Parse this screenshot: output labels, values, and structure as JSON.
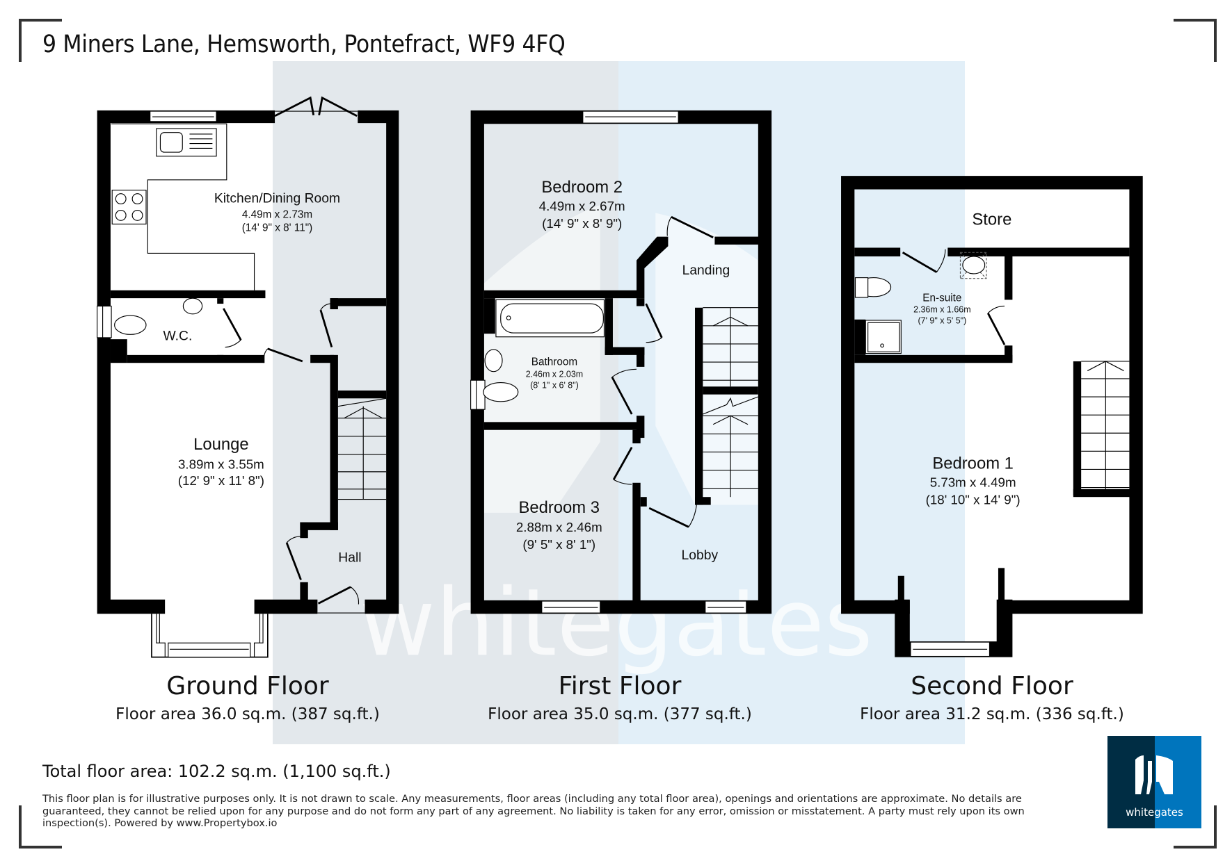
{
  "header": {
    "address": "9 Miners Lane, Hemsworth, Pontefract, WF9 4FQ"
  },
  "floors": [
    {
      "name": "Ground Floor",
      "area": "Floor area 36.0 sq.m. (387 sq.ft.)",
      "rooms": [
        {
          "name": "Kitchen/Dining Room",
          "metric": "4.49m x 2.73m",
          "imperial": "(14' 9\" x 8' 11\")"
        },
        {
          "name": "W.C."
        },
        {
          "name": "Lounge",
          "metric": "3.89m x 3.55m",
          "imperial": "(12' 9\" x 11' 8\")"
        },
        {
          "name": "Hall"
        }
      ]
    },
    {
      "name": "First Floor",
      "area": "Floor area 35.0 sq.m. (377 sq.ft.)",
      "rooms": [
        {
          "name": "Bedroom 2",
          "metric": "4.49m x 2.67m",
          "imperial": "(14' 9\" x 8' 9\")"
        },
        {
          "name": "Landing"
        },
        {
          "name": "Bathroom",
          "metric": "2.46m x 2.03m",
          "imperial": "(8' 1\" x 6' 8\")"
        },
        {
          "name": "Bedroom 3",
          "metric": "2.88m x 2.46m",
          "imperial": "(9' 5\" x 8' 1\")"
        },
        {
          "name": "Lobby"
        }
      ]
    },
    {
      "name": "Second Floor",
      "area": "Floor area 31.2 sq.m. (336 sq.ft.)",
      "rooms": [
        {
          "name": "Store"
        },
        {
          "name": "En-suite",
          "metric": "2.36m x 1.66m",
          "imperial": "(7' 9\" x 5' 5\")"
        },
        {
          "name": "Bedroom 1",
          "metric": "5.73m x 4.49m",
          "imperial": "(18' 10\" x 14' 9\")"
        }
      ]
    }
  ],
  "total_area": "Total floor area: 102.2 sq.m. (1,100 sq.ft.)",
  "disclaimer": "This floor plan is for illustrative purposes only. It is not drawn to scale. Any measurements, floor areas (including any total floor area), openings and orientations are approximate. No details are guaranteed, they cannot be relied upon for any purpose and do not form any part of any agreement. No liability is taken for any error, omission or misstatement. A party must rely upon its own inspection(s). Powered by www.Propertybox.io",
  "watermark": {
    "text": "whitegates"
  },
  "logo": {
    "text": "whitegates",
    "icon": "whitegates-w-logo-icon",
    "colors": {
      "left": "#002d44",
      "right": "#0075bd"
    }
  },
  "colors": {
    "wall": "#000000",
    "bg_grey": "#e3e8ec",
    "bg_blue": "#e2eff8"
  }
}
